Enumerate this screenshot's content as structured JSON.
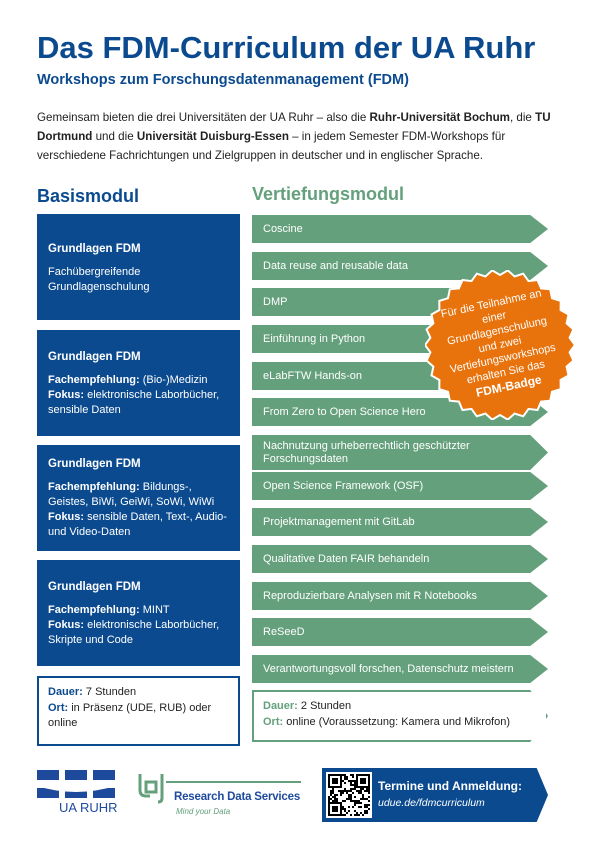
{
  "title": "Das FDM-Curriculum der UA Ruhr",
  "subtitle": "Workshops zum Forschungsdatenmanagement (FDM)",
  "intro": {
    "p1": "Gemeinsam bieten die drei Universitäten der UA Ruhr – also die ",
    "u1": "Ruhr-Universität Bochum",
    "p2": ", die ",
    "u2": "TU Dortmund",
    "p3": " und die ",
    "u3": "Universität Duisburg-Essen",
    "p4": " – in jedem Semester FDM-Workshops für verschiedene Fachrichtungen und Zielgruppen in deutscher und in englischer Sprache."
  },
  "basis": {
    "heading": "Basismodul",
    "boxes": [
      {
        "title": "Grundlagen FDM",
        "text": "Fachübergreifende Grundlagenschulung"
      },
      {
        "title": "Grundlagen FDM",
        "l1": "Fachempfehlung:",
        "v1": " (Bio-)Medizin",
        "l2": "Fokus:",
        "v2": " elektronische Laborbücher, sensible Daten"
      },
      {
        "title": "Grundlagen FDM",
        "l1": "Fachempfehlung:",
        "v1": " Bildungs-, Geistes, BiWi, GeiWi, SoWi, WiWi",
        "l2": "Fokus:",
        "v2": " sensible Daten, Text-, Audio- und Video-Daten"
      },
      {
        "title": "Grundlagen FDM",
        "l1": "Fachempfehlung:",
        "v1": " MINT",
        "l2": "Fokus:",
        "v2": " elektronische Laborbücher, Skripte und Code"
      }
    ],
    "info": {
      "l1": "Dauer:",
      "v1": " 7 Stunden",
      "l2": "Ort:",
      "v2": " in Präsenz (UDE, RUB) oder online"
    }
  },
  "vertiefung": {
    "heading": "Vertiefungsmodul",
    "items": [
      "Coscine",
      "Data reuse and reusable data",
      "DMP",
      "Einführung in Python",
      "eLabFTW Hands-on",
      "From Zero to Open Science Hero",
      "Nachnutzung urheberrechtlich geschützter Forschungsdaten",
      "Open Science Framework (OSF)",
      "Projektmanagement mit GitLab",
      "Qualitative Daten FAIR behandeln",
      "Reproduzierbare Analysen mit R Notebooks",
      "ReSeeD",
      "Verantwortungsvoll forschen, Datenschutz meistern"
    ],
    "info": {
      "l1": "Dauer:",
      "v1": " 2 Stunden",
      "l2": "Ort:",
      "v2": " online (Voraussetzung: Kamera und Mikrofon)"
    }
  },
  "badge": {
    "text": "Für die Teilnahme an einer Grundlagenschulung und zwei Vertiefungsworkshops erhalten Sie das",
    "bold": "FDM-Badge",
    "color": "#e8720c"
  },
  "footer": {
    "uaruhr_logo": "UA RUHR",
    "rds_name": "Research Data Services",
    "rds_tagline": "Mind your Data",
    "cta_title": "Termine und Anmeldung:",
    "cta_url": "udue.de/fdmcurriculum"
  },
  "colors": {
    "blue": "#0b4a8f",
    "green": "#64a07c",
    "orange": "#e8720c"
  }
}
